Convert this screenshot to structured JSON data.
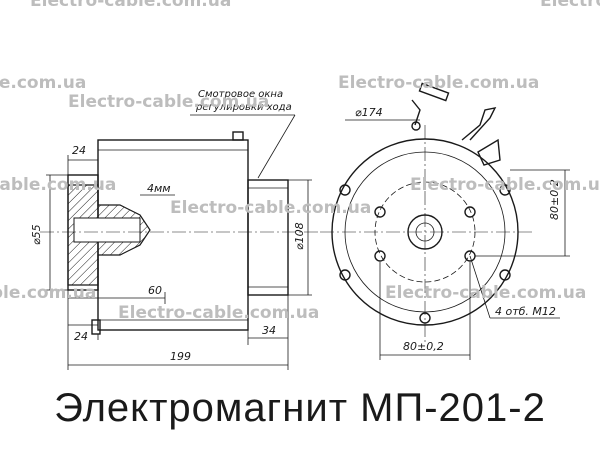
{
  "caption": "Электромагнит МП-201-2",
  "watermark": "Electro-cable.com.ua",
  "notes": {
    "window_line1": "Смотровое окна",
    "window_line2": "регулировки хода"
  },
  "dimensions": {
    "d55": "⌀55",
    "d108": "⌀108",
    "d174": "⌀174",
    "l24_top": "24",
    "l24_bottom": "24",
    "l4mm": "4мм",
    "l60": "60",
    "l199": "199",
    "l34": "34",
    "l80": "80±0,2",
    "h80": "80±0,2",
    "holes": "4 отб. М12"
  }
}
